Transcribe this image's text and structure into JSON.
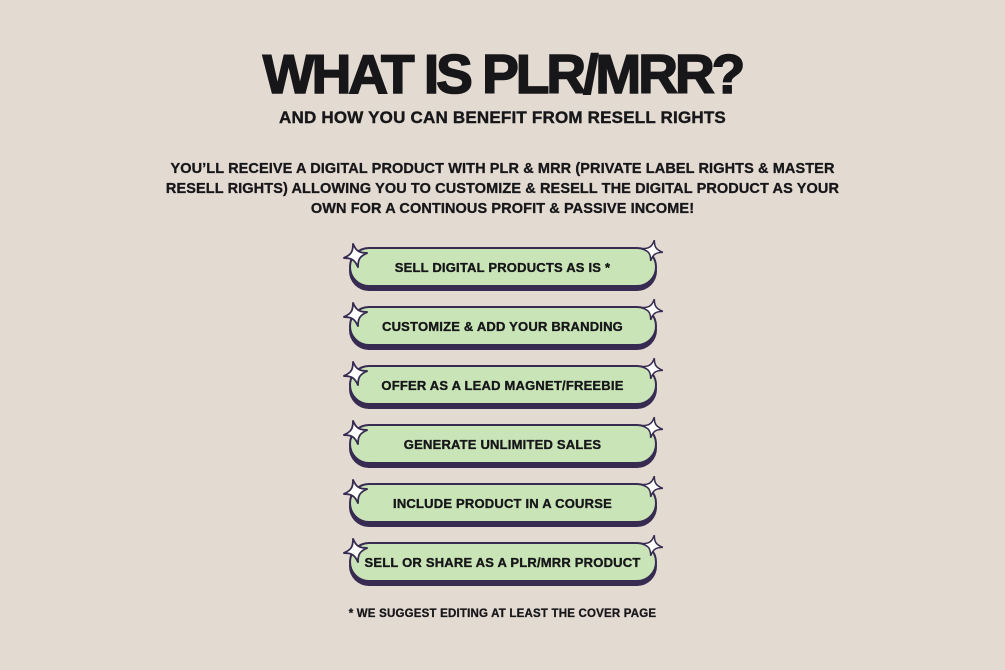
{
  "header": {
    "title": "WHAT IS PLR/MRR?",
    "subtitle": "AND HOW YOU CAN BENEFIT FROM RESELL RIGHTS"
  },
  "intro": {
    "lines": [
      "YOU’LL RECEIVE A DIGITAL PRODUCT WITH PLR & MRR (PRIVATE LABEL RIGHTS & MASTER",
      "RESELL RIGHTS) ALLOWING YOU TO CUSTOMIZE & RESELL THE DIGITAL PRODUCT AS YOUR",
      "OWN FOR A CONTINOUS PROFIT & PASSIVE INCOME!"
    ]
  },
  "benefits": [
    {
      "label": "SELL DIGITAL PRODUCTS AS IS *"
    },
    {
      "label": "CUSTOMIZE & ADD YOUR BRANDING"
    },
    {
      "label": "OFFER AS A LEAD MAGNET/FREEBIE"
    },
    {
      "label": "GENERATE UNLIMITED SALES"
    },
    {
      "label": "INCLUDE PRODUCT IN A COURSE"
    },
    {
      "label": "SELL OR SHARE AS A PLR/MRR PRODUCT"
    }
  ],
  "footnote": "* WE SUGGEST EDITING AT LEAST THE COVER PAGE",
  "icons": {
    "sparkle": "sparkle-icon"
  },
  "colors": {
    "background": "#e3dad1",
    "pill_fill": "#c9e4b6",
    "pill_border": "#372b52",
    "text": "#17171a",
    "sparkle_fill": "#ffffff"
  }
}
